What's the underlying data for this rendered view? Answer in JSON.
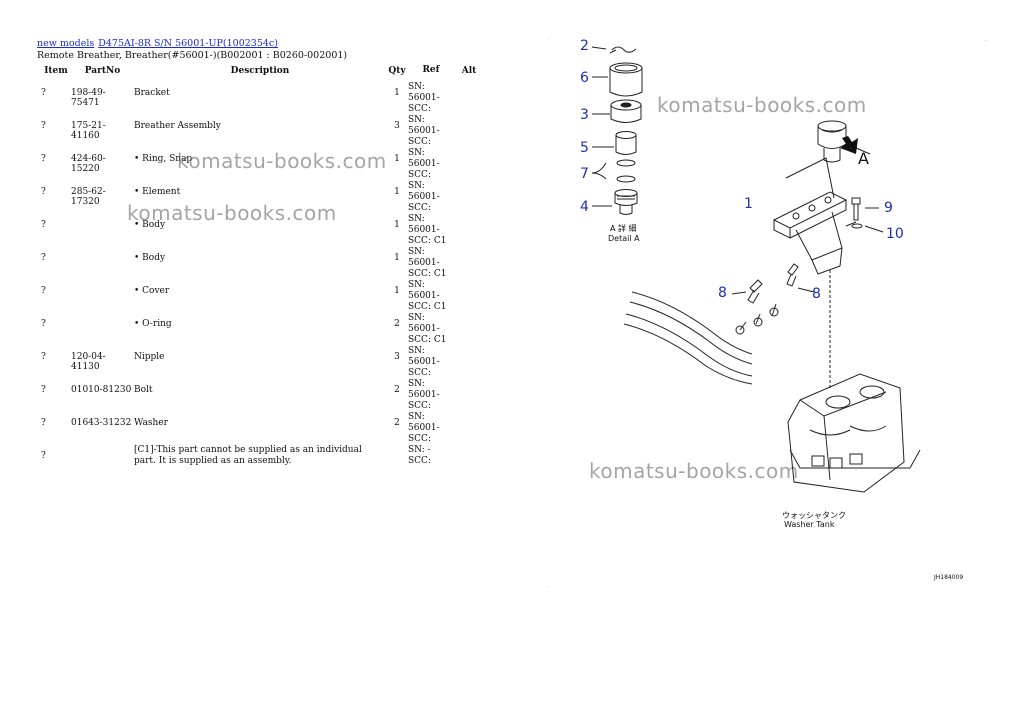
{
  "breadcrumb": {
    "link1": "new models",
    "link2": "D475AI-8R S/N 56001-UP(1002354c)"
  },
  "subtitle": "Remote Breather, Breather(#56001-)(B002001 : B0260-002001)",
  "table": {
    "headers": {
      "item": "Item",
      "partno": "PartNo",
      "desc": "Description",
      "qty": "Qty",
      "ref": "Ref",
      "alt": "Alt"
    },
    "rows": [
      {
        "item": "?",
        "partno": "198-49-75471",
        "desc": "Bracket",
        "qty": "1",
        "ref1": "SN: 56001-",
        "ref2": "SCC:"
      },
      {
        "item": "?",
        "partno": "175-21-41160",
        "desc": "Breather Assembly",
        "qty": "3",
        "ref1": "SN: 56001-",
        "ref2": "SCC:"
      },
      {
        "item": "?",
        "partno": "424-60-15220",
        "desc": "• Ring, Snap",
        "qty": "1",
        "ref1": "SN: 56001-",
        "ref2": "SCC:"
      },
      {
        "item": "?",
        "partno": "285-62-17320",
        "desc": "• Element",
        "qty": "1",
        "ref1": "SN: 56001-",
        "ref2": "SCC:"
      },
      {
        "item": "?",
        "partno": "",
        "desc": "• Body",
        "qty": "1",
        "ref1": "SN: 56001-",
        "ref2": "SCC: C1"
      },
      {
        "item": "?",
        "partno": "",
        "desc": "• Body",
        "qty": "1",
        "ref1": "SN: 56001-",
        "ref2": "SCC: C1"
      },
      {
        "item": "?",
        "partno": "",
        "desc": "• Cover",
        "qty": "1",
        "ref1": "SN: 56001-",
        "ref2": "SCC: C1"
      },
      {
        "item": "?",
        "partno": "",
        "desc": "• O-ring",
        "qty": "2",
        "ref1": "SN: 56001-",
        "ref2": "SCC: C1"
      },
      {
        "item": "?",
        "partno": "120-04-41130",
        "desc": "Nipple",
        "qty": "3",
        "ref1": "SN: 56001-",
        "ref2": "SCC:"
      },
      {
        "item": "?",
        "partno": "01010-81230",
        "desc": "Bolt",
        "qty": "2",
        "ref1": "SN: 56001-",
        "ref2": "SCC:"
      },
      {
        "item": "?",
        "partno": "01643-31232",
        "desc": "Washer",
        "qty": "2",
        "ref1": "SN: 56001-",
        "ref2": "SCC:"
      },
      {
        "item": "?",
        "partno": "",
        "desc": "[C1]-This part cannot be supplied as an individual part. It is supplied as an assembly.",
        "qty": "",
        "ref1": "SN: -",
        "ref2": "SCC:"
      }
    ]
  },
  "watermark": "komatsu-books.com",
  "diagram": {
    "callouts": [
      "2",
      "6",
      "3",
      "5",
      "7",
      "4",
      "1",
      "9",
      "10",
      "8",
      "8"
    ],
    "detail_jp": "A 詳 細",
    "detail_en": "Detail A",
    "arrow_label": "A",
    "tank_jp": "ウォッシャタンク",
    "tank_en": "Washer Tank",
    "figure_code": "JH184009"
  },
  "colors": {
    "link": "#1a2ad6",
    "callout": "#1f2fb0"
  }
}
